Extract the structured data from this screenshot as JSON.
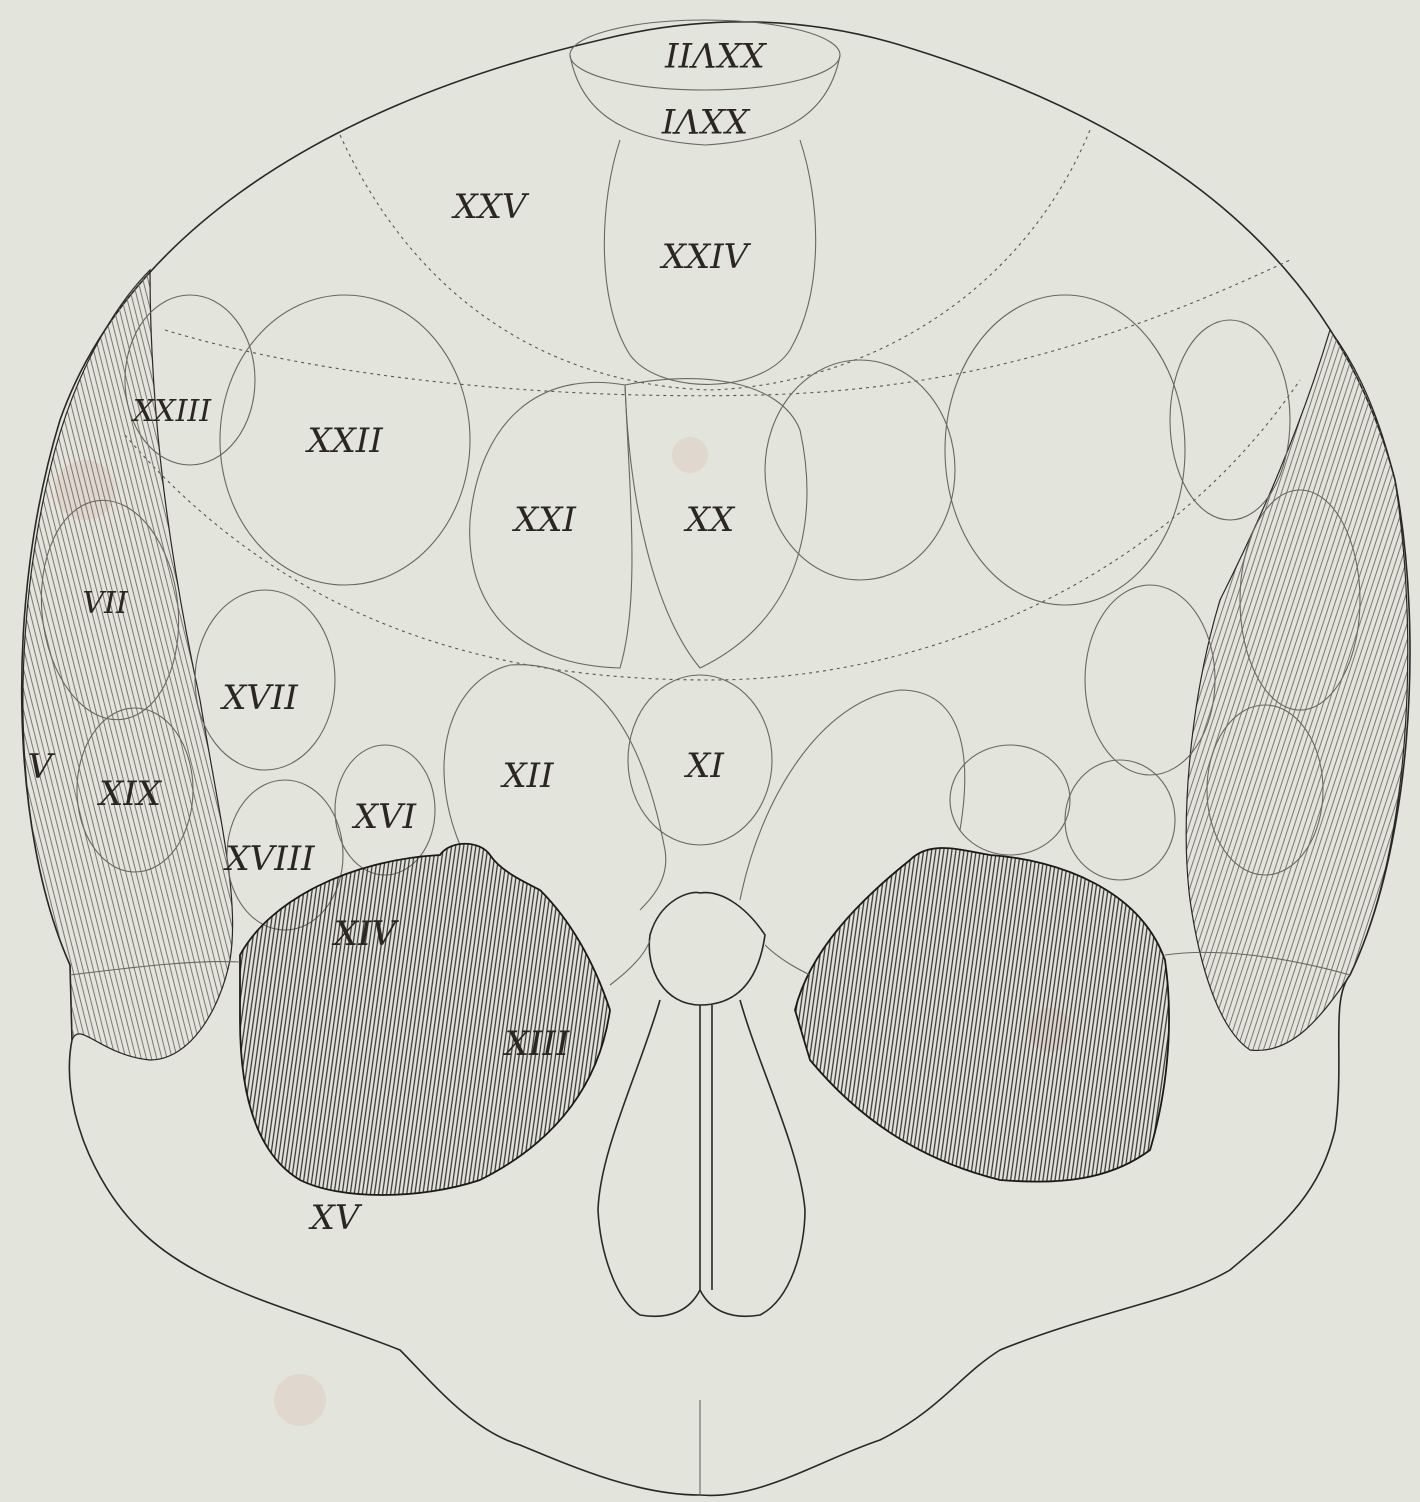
{
  "plate": {
    "colors": {
      "paper": "#e3e4dc",
      "ink": "#2a2826",
      "hatch_dark": "#3a3634",
      "hatch_light": "#8a8078",
      "stain": "#e0c8c0"
    },
    "labels": {
      "xxvii": "XXVII",
      "xxvi": "XXVI",
      "xxv": "XXV",
      "xxiv": "XXIV",
      "xxiii": "XXIII",
      "xxii": "XXII",
      "xxi": "XXI",
      "xx": "XX",
      "vii": "VII",
      "xvii": "XVII",
      "v": "V",
      "xix": "XIX",
      "xii": "XII",
      "xi": "XI",
      "xvi": "XVI",
      "xviii": "XVIII",
      "xiv": "XIV",
      "xiii": "XIII",
      "xv": "XV"
    }
  }
}
